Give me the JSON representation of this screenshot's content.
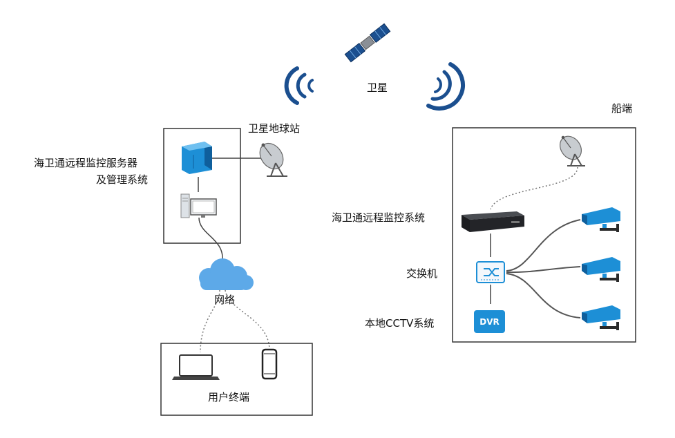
{
  "labels": {
    "satellite": "卫星",
    "ground_station": "卫星地球站",
    "server_line1": "海卫通远程监控服务器",
    "server_line2": "及管理系统",
    "network": "网络",
    "user_terminal": "用户终端",
    "ship_side": "船端",
    "ship_monitor": "海卫通远程监控系统",
    "switch": "交换机",
    "cctv": "本地CCTV系统",
    "dvr_text": "DVR"
  },
  "colors": {
    "accent_blue": "#1d8fd6",
    "dark_blue": "#1b4f8f",
    "line": "#555555",
    "box_border": "#333333"
  }
}
